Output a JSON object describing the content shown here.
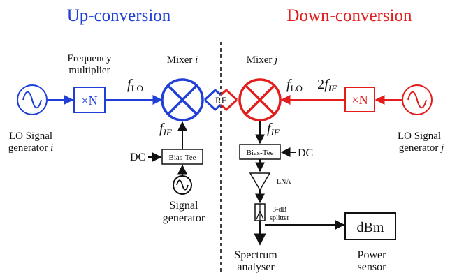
{
  "headings": {
    "left": "Up-conversion",
    "right": "Down-conversion"
  },
  "colors": {
    "up": "#1f3fd6",
    "down": "#e31c1c",
    "ink": "#111111"
  },
  "left_chain": {
    "lo_generator_label_line1": "LO Signal",
    "lo_generator_label_line2": "generator ",
    "lo_generator_label_index": "i",
    "multiplier_label_line1": "Frequency",
    "multiplier_label_line2": "multiplier",
    "multiplier_box": "×N",
    "f_lo_main": "f",
    "f_lo_sub": "LO",
    "mixer_label": "Mixer ",
    "mixer_index": "i",
    "f_if_main": "f",
    "f_if_sub": "IF",
    "bias_tee": "Bias-Tee",
    "dc": "DC",
    "signal_generator_line1": "Signal",
    "signal_generator_line2": "generator"
  },
  "center": {
    "rf": "RF"
  },
  "right_chain": {
    "mixer_label": "Mixer ",
    "mixer_index": "j",
    "f_lo_main": "f",
    "f_lo_sub": "LO",
    "f_plus": " + 2",
    "f_if2_main": "f",
    "f_if2_sub": "IF",
    "multiplier_box": "×N",
    "lo_generator_label_line1": "LO Signal",
    "lo_generator_label_line2": "generator ",
    "lo_generator_label_index": "j",
    "f_if_main": "f",
    "f_if_sub": "IF",
    "bias_tee": "Bias-Tee",
    "dc": "DC",
    "lna": "LNA",
    "splitter_line1": "3-dB",
    "splitter_line2": "splitter",
    "power_meter_display": "dBm",
    "spectrum_line1": "Spectrum",
    "spectrum_line2": "analyser",
    "power_sensor_line1": "Power",
    "power_sensor_line2": "sensor"
  }
}
